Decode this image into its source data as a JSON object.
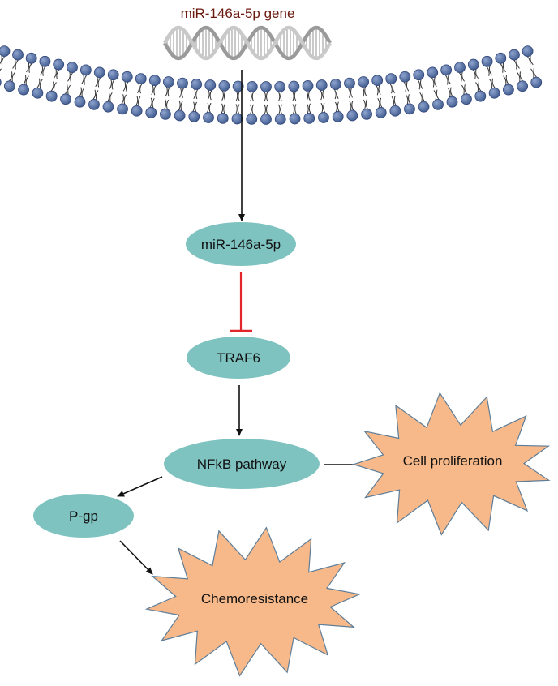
{
  "diagram": {
    "gene_label": "miR-146a-5p gene",
    "nodes": {
      "mirna": "miR-146a-5p",
      "traf6": "TRAF6",
      "nfkb": "NFkB pathway",
      "pgp": "P-gp"
    },
    "outcomes": {
      "proliferation": "Cell proliferation",
      "chemoresistance": "Chemoresistance"
    },
    "edges": [
      {
        "from": "miR-146a-5p gene",
        "to": "miR-146a-5p",
        "type": "activation"
      },
      {
        "from": "miR-146a-5p",
        "to": "TRAF6",
        "type": "inhibition"
      },
      {
        "from": "TRAF6",
        "to": "NFkB pathway",
        "type": "activation"
      },
      {
        "from": "NFkB pathway",
        "to": "Cell proliferation",
        "type": "activation"
      },
      {
        "from": "NFkB pathway",
        "to": "P-gp",
        "type": "activation"
      },
      {
        "from": "P-gp",
        "to": "Chemoresistance",
        "type": "activation"
      }
    ]
  },
  "colors": {
    "node_fill": "#7fc3c1",
    "burst_fill": "#f7b98a",
    "burst_stroke": "#5e7d98",
    "lipid_head": "#4e6b9c",
    "lipid_head_stroke": "#34487a",
    "arrow": "#111111",
    "inhibition": "#e0262a",
    "gene_label": "#6b1a0f"
  }
}
